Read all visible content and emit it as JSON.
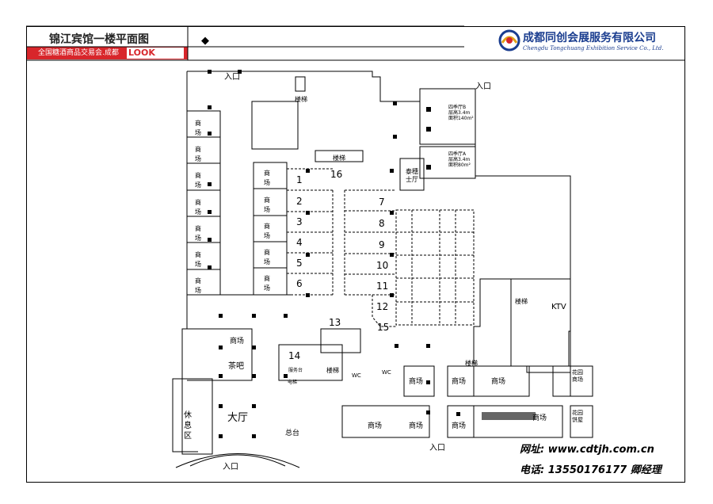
{
  "header": {
    "title": "锦江宾馆一楼平面图",
    "subtitle": "全国糖酒商品交易会.成都",
    "logo_text": "LOOK",
    "marker": "◆"
  },
  "company": {
    "name_cn": "成都同创会展服务有限公司",
    "name_en": "Chengdu Tongchuang Exhibition Service Co., Ltd."
  },
  "contact": {
    "website": "网址: www.cdtjh.com.cn",
    "phone": "电话: 13550176177 卿经理"
  },
  "plan": {
    "entrances": [
      "入口",
      "入口",
      "入口",
      "入口"
    ],
    "stairs_label": "楼梯",
    "elevator_label": "电梯",
    "shop_label": "商场",
    "wc_label": "WC",
    "hall_label": "大厅",
    "rest_area": "休息区",
    "tea_bar": "茶吧",
    "front_desk": "总台",
    "ktv": "KTV",
    "taiji_hall": "泰穗士厅",
    "garden_shop": "花园商场",
    "garden_bar": "花园饼屋",
    "siji_b": {
      "name": "四季厅B",
      "height": "层高3.4m",
      "area": "面积140m²"
    },
    "siji_a": {
      "name": "四季厅A",
      "height": "层高3.4m",
      "area": "面积80m²"
    },
    "booths_left": [
      "1",
      "2",
      "3",
      "4",
      "5",
      "6"
    ],
    "booths_right": [
      "7",
      "8",
      "9",
      "10",
      "11",
      "12"
    ],
    "booth_13": "13",
    "booth_14": "14",
    "booth_15": "15",
    "booth_16": "16",
    "service_room": "服务台"
  }
}
